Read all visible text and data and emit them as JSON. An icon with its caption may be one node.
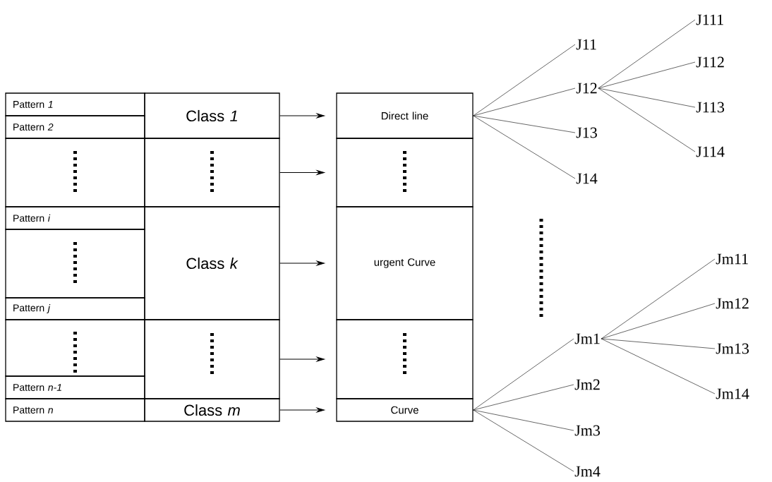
{
  "diagram": {
    "nodes": [
      {
        "text": [
          "Pattern *1*"
        ]
      },
      {
        "text": [
          "Pattern *2*"
        ]
      },
      {
        "text": [
          "Class *1*"
        ]
      },
      {
        "text": [
          "Direct line"
        ]
      },
      {
        "text": [],
        "shape": "box"
      },
      {
        "text": [],
        "shape": "box"
      },
      {
        "text": [],
        "shape": "box"
      },
      {
        "text": [
          "Pattern *i*"
        ]
      },
      {
        "text": [],
        "shape": "box"
      },
      {
        "text": [
          "Pattern *j*"
        ]
      },
      {
        "text": [
          "Class *k*"
        ]
      },
      {
        "text": [
          "urgent Curve"
        ]
      },
      {
        "text": [],
        "shape": "box"
      },
      {
        "text": [
          "Pattern *n-1*"
        ]
      },
      {
        "text": [],
        "shape": "box"
      },
      {
        "text": [],
        "shape": "box"
      },
      {
        "text": [
          "Pattern *n*"
        ]
      },
      {
        "text": [
          "Class *m*"
        ]
      },
      {
        "text": [
          "Curve"
        ]
      },
      {
        "text": [
          "J11"
        ]
      },
      {
        "text": [
          "J12"
        ]
      },
      {
        "text": [
          "J13"
        ]
      },
      {
        "text": [
          "J14"
        ]
      },
      {
        "text": [
          "J111"
        ]
      },
      {
        "text": [
          "J112"
        ]
      },
      {
        "text": [
          "J113"
        ]
      },
      {
        "text": [
          "J114"
        ]
      },
      {
        "text": [
          "Jm1"
        ]
      },
      {
        "text": [
          "Jm2"
        ]
      },
      {
        "text": [
          "Jm3"
        ]
      },
      {
        "text": [
          "Jm4"
        ]
      },
      {
        "text": [
          "Jm11"
        ]
      },
      {
        "text": [
          "Jm12"
        ]
      },
      {
        "text": [
          "Jm13"
        ]
      },
      {
        "text": [
          "Jm14"
        ]
      }
    ],
    "edges": [
      {
        "from": 2,
        "to": 3,
        "arrow": "to"
      },
      {
        "from": 5,
        "to": 6,
        "arrow": "to"
      },
      {
        "from": 10,
        "to": 11,
        "arrow": "to"
      },
      {
        "from": 14,
        "to": 15,
        "arrow": "to"
      },
      {
        "from": 17,
        "to": 18,
        "arrow": "to"
      },
      {
        "from": 3,
        "to": 19,
        "arrow": "none"
      },
      {
        "from": 3,
        "to": 20,
        "arrow": "none"
      },
      {
        "from": 3,
        "to": 21,
        "arrow": "none"
      },
      {
        "from": 3,
        "to": 22,
        "arrow": "none"
      },
      {
        "from": 20,
        "to": 23,
        "arrow": "none"
      },
      {
        "from": 20,
        "to": 24,
        "arrow": "none"
      },
      {
        "from": 20,
        "to": 25,
        "arrow": "none"
      },
      {
        "from": 20,
        "to": 26,
        "arrow": "none"
      },
      {
        "from": 18,
        "to": 27,
        "arrow": "none"
      },
      {
        "from": 18,
        "to": 28,
        "arrow": "none"
      },
      {
        "from": 18,
        "to": 29,
        "arrow": "none"
      },
      {
        "from": 18,
        "to": 30,
        "arrow": "none"
      },
      {
        "from": 27,
        "to": 31,
        "arrow": "none"
      },
      {
        "from": 27,
        "to": 32,
        "arrow": "none"
      },
      {
        "from": 27,
        "to": 33,
        "arrow": "none"
      },
      {
        "from": 27,
        "to": 34,
        "arrow": "none"
      }
    ]
  }
}
